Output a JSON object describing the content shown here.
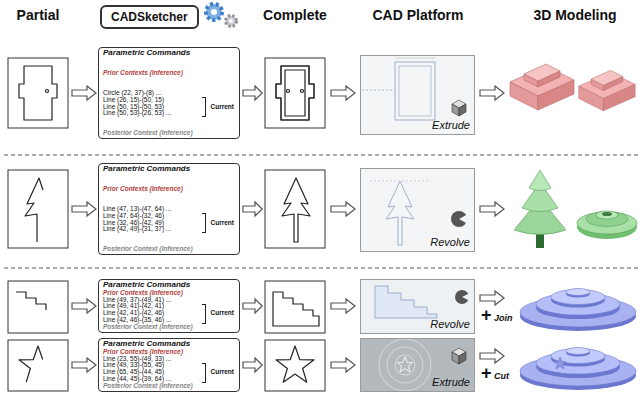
{
  "diagram": {
    "nodes": [
      {
        "text": [
          "CADSketcher"
        ]
      },
      {
        "text": [
          "Parametric Commands",
          "Prior Contexts (Inference)",
          "Circle (22, 37)-(8) ...",
          "Line (26, 15)-(50, 15)",
          "Line (50, 15)-(50, 53)",
          "Line (50, 53)-(26, 53) ...",
          "Current",
          "Posterior Context (Inference)"
        ]
      },
      {
        "text": [
          "Extrude"
        ]
      },
      {
        "text": [
          "Parametric Commands",
          "Prior Contexts (Inference)",
          "Line (47, 13)-(47, 64) ...",
          "Line (47, 64)-(32, 46)",
          "Line (32, 46)-(42, 49)",
          "Line (42, 49)-(31, 37) ...",
          "Current",
          "Posterior Context (Inference)"
        ]
      },
      {
        "text": [
          "Revolve"
        ]
      },
      {
        "text": [
          "Parametric Commands",
          "Prior Contexts (Inference)",
          "Line (49, 37)-(49, 41) ...",
          "Line (49, 41)-(42, 41)",
          "Line (42, 41)-(42, 46)",
          "Line (42, 46)-(35, 46) ...",
          "Current",
          "Posterior Context (Inference)"
        ]
      },
      {
        "text": [
          "Revolve"
        ]
      },
      {
        "text": [
          "Parametric Commands",
          "Prior Contexts (Inference)",
          "Line (23, 55)-(49, 33) ...",
          "Line (49, 33)-(55, 45)",
          "Line (65, 45)-(44, 45)",
          "Line (44, 45)-(39, 64) ...",
          "Current",
          "Posterior Context (Inference)"
        ]
      },
      {
        "text": [
          "Extrude"
        ]
      }
    ],
    "labels": [
      "Partial",
      "Complete",
      "CAD Platform",
      "3D Modeling",
      "+",
      "Join",
      "+",
      "Cut"
    ]
  }
}
